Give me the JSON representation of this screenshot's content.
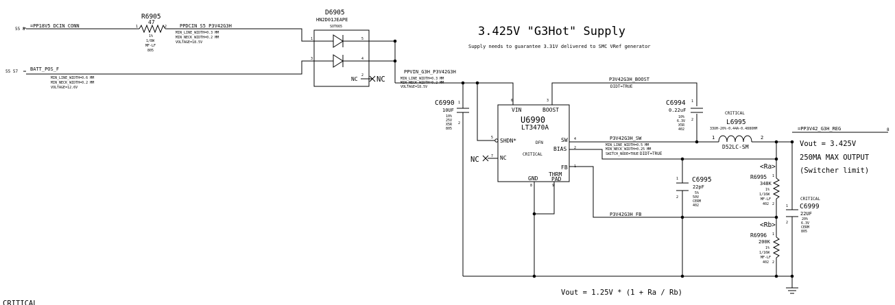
{
  "title": "3.425V \"G3Hot\" Supply",
  "subtitle": "Supply needs to guarantee 3.31V delivered to SMC VRef generator",
  "formula": "Vout = 1.25V * (1 + Ra / Rb)",
  "footer_text": "CRITICAL",
  "inputs": {
    "dcin": {
      "ref": "55 8",
      "net": "=PP18V5_DCIN_CONN"
    },
    "batt": {
      "ref": "55 57",
      "net": "BATT_POS_F"
    }
  },
  "r6905": {
    "ref": "R6905",
    "value": "47",
    "pin1": "1",
    "pin2": "2",
    "specs": [
      "1%",
      "1/8W",
      "MF-LF",
      "805"
    ]
  },
  "net_ppdcin": {
    "name": "PPDCIN_S5_P3V42G3H",
    "props": [
      "MIN_LINE_WIDTH=0.3 MM",
      "MIN_NECK_WIDTH=0.2 MM",
      "VOLTAGE=18.5V"
    ]
  },
  "batt_props": [
    "MIN_LINE_WIDTH=0.6 MM",
    "MIN_NECK_WIDTH=0.2 MM",
    "VOLTAGE=12.6V"
  ],
  "d6905": {
    "ref": "D6905",
    "part": "HN2D01JEAPE",
    "pkg": "SOT665",
    "pins": [
      "1",
      "3",
      "5",
      "4",
      "2"
    ],
    "nc": "NC",
    "nc_ext": "NC"
  },
  "net_ppvin": {
    "name": "PPVIN_G3H_P3V42G3H",
    "props": [
      "MIN_LINE_WIDTH=0.3 MM",
      "MIN_NECK_WIDTH=0.2 MM",
      "VOLTAGE=18.5V"
    ]
  },
  "c6990": {
    "ref": "C6990",
    "value": "10UF",
    "specs": [
      "10%",
      "25V",
      "X5R",
      "805"
    ],
    "pin1": "1",
    "pin2": "2"
  },
  "u6990": {
    "ref": "U6990",
    "part": "LT3470A",
    "pkg": "DFN",
    "critical": "CRITICAL",
    "pins": {
      "vin": "VIN",
      "boost": "BOOST",
      "shdn": "SHDN*",
      "sw": "SW",
      "bias": "BIAS",
      "nc": "NC",
      "fb": "FB",
      "gnd": "GND",
      "thrm": "THRM",
      "pad": "PAD"
    },
    "pin_numbers": {
      "vin": "6",
      "boost": "3",
      "shdn": "5",
      "sw": "4",
      "bias": "2",
      "nc": "7",
      "fb": "1",
      "gnd": "8",
      "pad": "9"
    },
    "nc_ext": "NC"
  },
  "net_boost": {
    "name": "P3V42G3H_BOOST",
    "prop": "DIDT=TRUE"
  },
  "c6994": {
    "ref": "C6994",
    "value": "0.22uF",
    "specs": [
      "10%",
      "6.3V",
      "X5R",
      "402"
    ],
    "pin1": "1",
    "pin2": "2"
  },
  "l6995": {
    "ref": "L6995",
    "critical": "CRITICAL",
    "value": "33UH-20%-0.44A-0.488OHM",
    "pkg": "D52LC-SM",
    "pin1": "1",
    "pin2": "2"
  },
  "net_sw": {
    "name": "P3V42G3H_SW",
    "props": [
      "MIN_LINE_WIDTH=0.5 MM",
      "MIN_NECK_WIDTH=0.25 MM",
      "SWITCH_NODE=TRUE"
    ],
    "didt": "DIDT=TRUE"
  },
  "c6995": {
    "ref": "C6995",
    "value": "22pF",
    "specs": [
      "5%",
      "50V",
      "CERM",
      "402"
    ],
    "pin1": "1",
    "pin2": "2"
  },
  "net_fb": {
    "name": "P3V42G3H_FB"
  },
  "r6995": {
    "ref": "R6995",
    "tag": "<Ra>",
    "value": "348K",
    "specs": [
      "1%",
      "1/16W",
      "MF-LF",
      "402"
    ],
    "pin1": "1",
    "pin2": "2"
  },
  "r6996": {
    "ref": "R6996",
    "tag": "<Rb>",
    "value": "200K",
    "specs": [
      "1%",
      "1/16W",
      "MF-LF",
      "402"
    ],
    "pin1": "1",
    "pin2": "2"
  },
  "c6999": {
    "ref": "C6999",
    "critical": "CRITICAL",
    "value": "22UF",
    "specs": [
      "20%",
      "6.3V",
      "CERM",
      "805"
    ],
    "pin1": "1",
    "pin2": "2"
  },
  "output": {
    "net": "=PP3V42_G3H_REG",
    "page": "8",
    "notes": [
      "Vout = 3.425V",
      "250MA MAX OUTPUT",
      "(Switcher limit)"
    ]
  }
}
